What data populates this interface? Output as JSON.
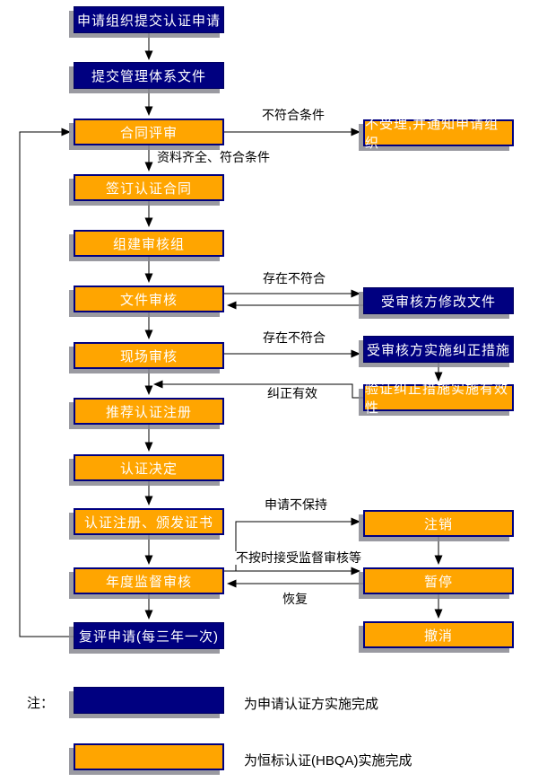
{
  "diagram_type": "flowchart",
  "language": "zh-CN",
  "main_nodes": [
    {
      "label": "申请组织提交认证申请",
      "style": "navy"
    },
    {
      "label": "提交管理体系文件",
      "style": "navy"
    },
    {
      "label": "合同评审",
      "style": "orange"
    },
    {
      "label": "签订认证合同",
      "style": "orange"
    },
    {
      "label": "组建审核组",
      "style": "orange"
    },
    {
      "label": "文件审核",
      "style": "orange"
    },
    {
      "label": "现场审核",
      "style": "orange"
    },
    {
      "label": "推荐认证注册",
      "style": "orange"
    },
    {
      "label": "认证决定",
      "style": "orange"
    },
    {
      "label": "认证注册、颁发证书",
      "style": "orange"
    },
    {
      "label": "年度监督审核",
      "style": "orange"
    },
    {
      "label": "复评申请(每三年一次)",
      "style": "navy"
    }
  ],
  "side_nodes": [
    {
      "label": "不受理,并通知申请组织",
      "style": "orange"
    },
    {
      "label": "受审核方修改文件",
      "style": "navy"
    },
    {
      "label": "受审核方实施纠正措施",
      "style": "navy"
    },
    {
      "label": "验证纠正措施实施有效性",
      "style": "orange"
    },
    {
      "label": "注销",
      "style": "orange"
    },
    {
      "label": "暂停",
      "style": "orange"
    },
    {
      "label": "撤消",
      "style": "orange"
    }
  ],
  "edges": [
    {
      "from": "申请组织提交认证申请",
      "to": "提交管理体系文件",
      "label": ""
    },
    {
      "from": "提交管理体系文件",
      "to": "合同评审",
      "label": ""
    },
    {
      "from": "合同评审",
      "to": "不受理,并通知申请组织",
      "label": "不符合条件"
    },
    {
      "from": "合同评审",
      "to": "签订认证合同",
      "label": "资料齐全、符合条件"
    },
    {
      "from": "签订认证合同",
      "to": "组建审核组",
      "label": ""
    },
    {
      "from": "组建审核组",
      "to": "文件审核",
      "label": ""
    },
    {
      "from": "文件审核",
      "to": "受审核方修改文件",
      "label": "存在不符合"
    },
    {
      "from": "受审核方修改文件",
      "to": "文件审核",
      "label": ""
    },
    {
      "from": "文件审核",
      "to": "现场审核",
      "label": ""
    },
    {
      "from": "现场审核",
      "to": "受审核方实施纠正措施",
      "label": "存在不符合"
    },
    {
      "from": "受审核方实施纠正措施",
      "to": "验证纠正措施实施有效性",
      "label": ""
    },
    {
      "from": "验证纠正措施实施有效性",
      "to": "推荐认证注册",
      "label": "纠正有效"
    },
    {
      "from": "现场审核",
      "to": "推荐认证注册",
      "label": ""
    },
    {
      "from": "推荐认证注册",
      "to": "认证决定",
      "label": ""
    },
    {
      "from": "认证决定",
      "to": "认证注册、颁发证书",
      "label": ""
    },
    {
      "from": "认证注册、颁发证书",
      "to": "年度监督审核",
      "label": ""
    },
    {
      "from": "年度监督审核",
      "to": "注销",
      "label": "申请不保持"
    },
    {
      "from": "年度监督审核",
      "to": "暂停",
      "label": "不按时接受监督审核等"
    },
    {
      "from": "暂停",
      "to": "年度监督审核",
      "label": "恢复"
    },
    {
      "from": "注销",
      "to": "暂停",
      "label": ""
    },
    {
      "from": "暂停",
      "to": "撤消",
      "label": ""
    },
    {
      "from": "年度监督审核",
      "to": "复评申请(每三年一次)",
      "label": ""
    },
    {
      "from": "复评申请(每三年一次)",
      "to": "合同评审",
      "label": ""
    }
  ],
  "legend": {
    "note_label": "注：",
    "items": [
      {
        "swatch": "navy",
        "text": "为申请认证方实施完成"
      },
      {
        "swatch": "orange",
        "text": "为恒标认证(HBQA)实施完成"
      }
    ]
  },
  "colors": {
    "navy": "#000080",
    "orange": "#FFA500",
    "border": "#000080",
    "shadow": "#888890",
    "arrow": "#000000",
    "background": "#ffffff"
  }
}
